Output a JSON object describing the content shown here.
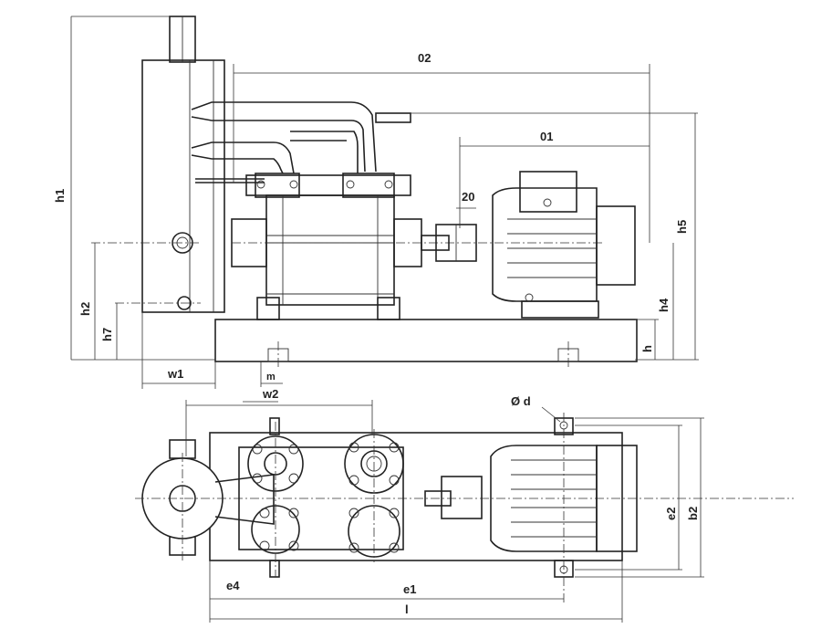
{
  "diagram": {
    "type": "technical-drawing",
    "views": [
      "side-elevation",
      "plan"
    ],
    "labels": {
      "h1": "h1",
      "h2": "h2",
      "h7": "h7",
      "h5": "h5",
      "h4": "h4",
      "h": "h",
      "o2": "02",
      "o1": "01",
      "d20": "20",
      "w1": "w1",
      "m": "m",
      "w2": "w2",
      "od": "Ø d",
      "e2": "e2",
      "b2": "b2",
      "e4": "e4",
      "e1": "e1",
      "l": "l"
    }
  }
}
